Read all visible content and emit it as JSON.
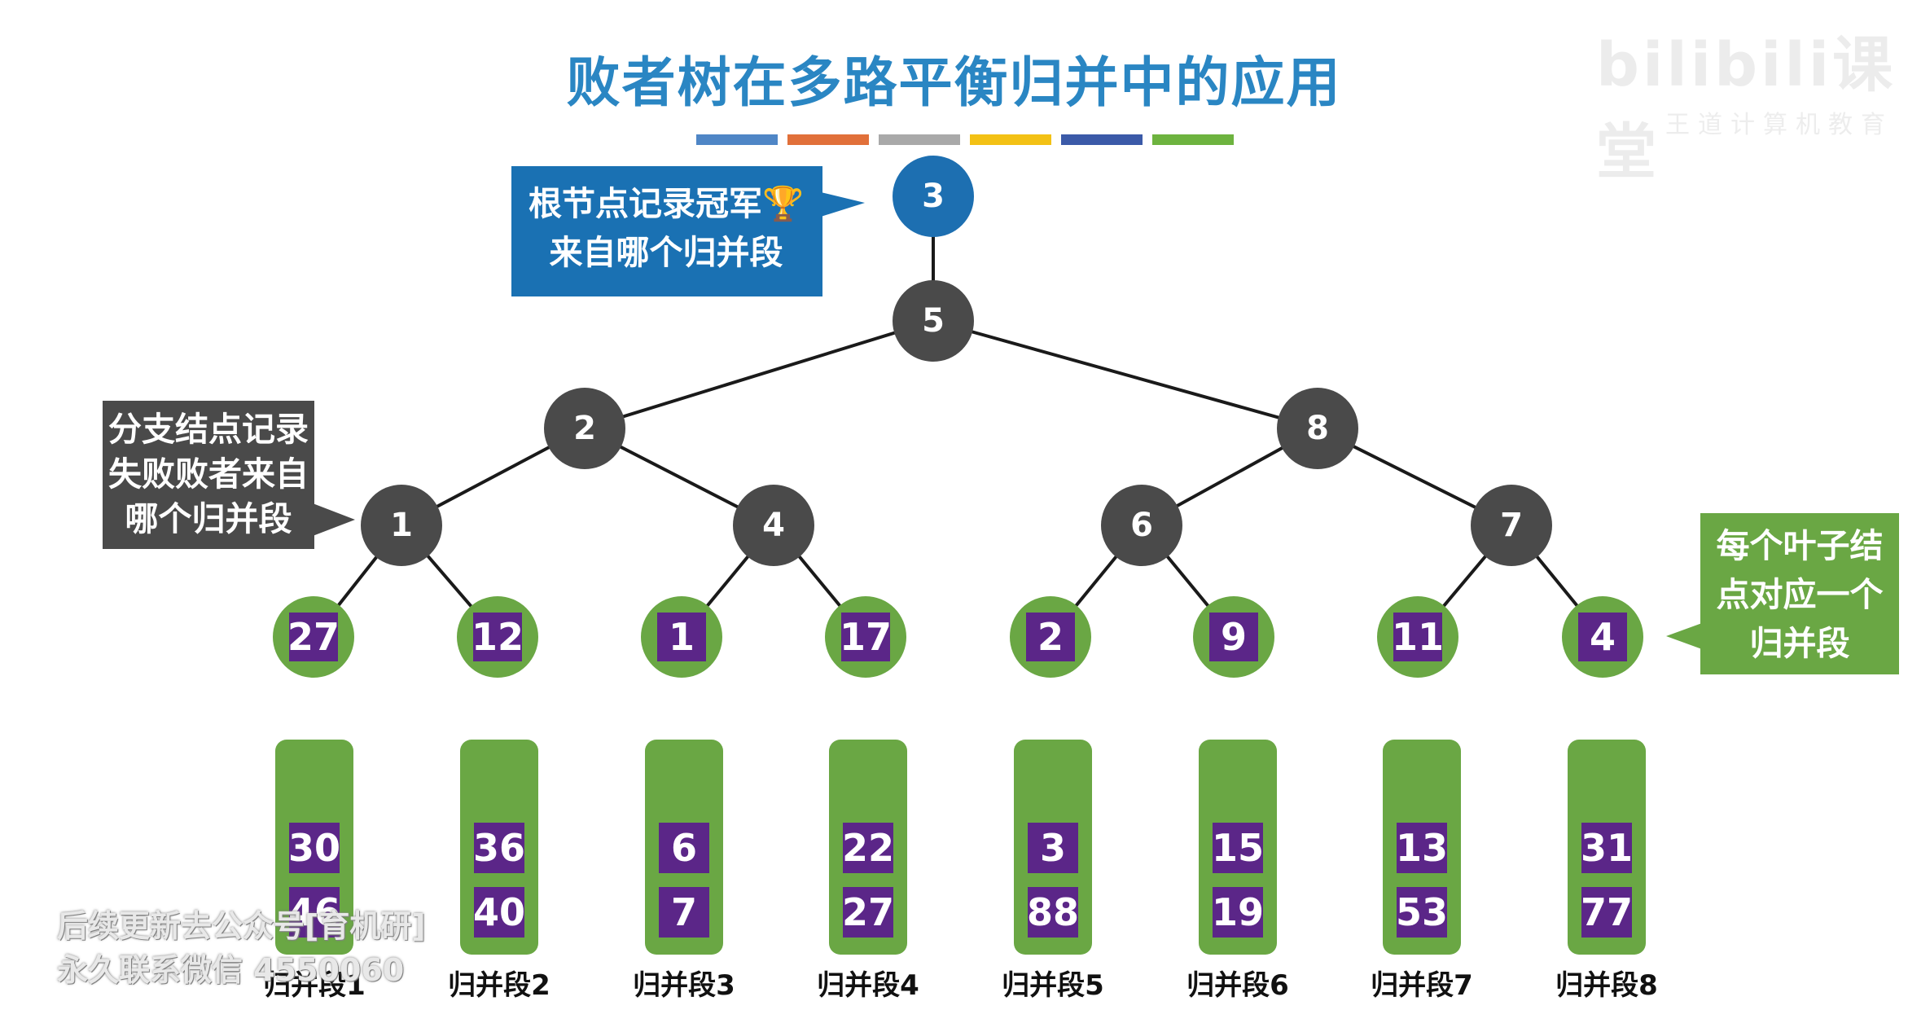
{
  "title": "败者树在多路平衡归并中的应用",
  "colors": {
    "title": "#2a86c3",
    "root_node": "#1d6fb1",
    "branch_node": "#4a4a4a",
    "leaf_ring": "#6aa744",
    "leaf_square": "#5b2688",
    "run_column": "#6aa744",
    "stripe_colors": [
      "#4f86c6",
      "#e1703a",
      "#a9a9a9",
      "#f3c115",
      "#3b5aa8",
      "#6db33f"
    ]
  },
  "callouts": {
    "root": [
      "根节点记录冠军🏆",
      "来自哪个归并段"
    ],
    "branch": [
      "分支结点记录",
      "失败败者来自",
      "哪个归并段"
    ],
    "leaf": [
      "每个叶子结",
      "点对应一个",
      "归并段"
    ]
  },
  "tree": {
    "root": "3",
    "level1": "5",
    "level2": [
      "2",
      "8"
    ],
    "level3": [
      "1",
      "4",
      "6",
      "7"
    ]
  },
  "leaves": [
    "27",
    "12",
    "1",
    "17",
    "2",
    "9",
    "11",
    "4"
  ],
  "runs": [
    {
      "label": "归并段1",
      "values": [
        "30",
        "46"
      ]
    },
    {
      "label": "归并段2",
      "values": [
        "36",
        "40"
      ]
    },
    {
      "label": "归并段3",
      "values": [
        "6",
        "7"
      ]
    },
    {
      "label": "归并段4",
      "values": [
        "22",
        "27"
      ]
    },
    {
      "label": "归并段5",
      "values": [
        "3",
        "88"
      ]
    },
    {
      "label": "归并段6",
      "values": [
        "15",
        "19"
      ]
    },
    {
      "label": "归并段7",
      "values": [
        "13",
        "53"
      ]
    },
    {
      "label": "归并段8",
      "values": [
        "31",
        "77"
      ]
    }
  ],
  "watermark": {
    "footer": [
      "后续更新去公众号[育机研]",
      "永久联系微信 4550060"
    ],
    "logo": "bilibili课堂",
    "logo_sub": "王道计算机教育"
  }
}
